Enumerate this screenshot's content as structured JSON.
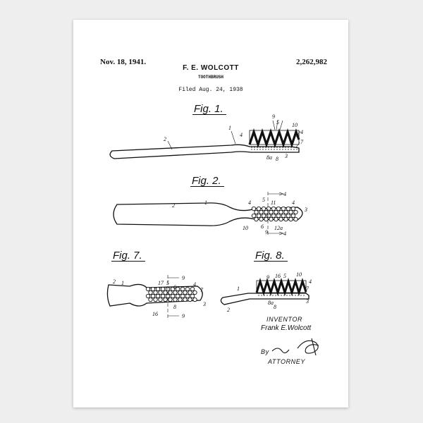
{
  "header": {
    "date": "Nov. 18, 1941.",
    "inventor": "F. E. WOLCOTT",
    "title": "TOOTHBRUSH",
    "filed": "Filed Aug. 24, 1938",
    "patent_number": "2,262,982"
  },
  "figures": {
    "fig1": "Fig. 1.",
    "fig2": "Fig. 2.",
    "fig7": "Fig. 7.",
    "fig8": "Fig. 8."
  },
  "refs": {
    "fig1": [
      "9",
      "5",
      "1",
      "4",
      "10",
      "4",
      "2",
      "7",
      "8a",
      "8",
      "3"
    ],
    "fig2": [
      "4",
      "2",
      "1",
      "4",
      "5",
      "11",
      "4",
      "3",
      "10",
      "6",
      "9",
      "12a",
      "4"
    ],
    "fig7": [
      "9",
      "2",
      "1",
      "17",
      "5",
      "6",
      "4",
      "7",
      "3",
      "8",
      "16",
      "9"
    ],
    "fig8": [
      "9",
      "16",
      "5",
      "10",
      "1",
      "4",
      "7",
      "2",
      "8",
      "8a",
      "3"
    ]
  },
  "signature": {
    "inventor_label": "INVENTOR",
    "inventor_name": "Frank E.Wolcott",
    "by": "By",
    "attorney": "ATTORNEY"
  }
}
